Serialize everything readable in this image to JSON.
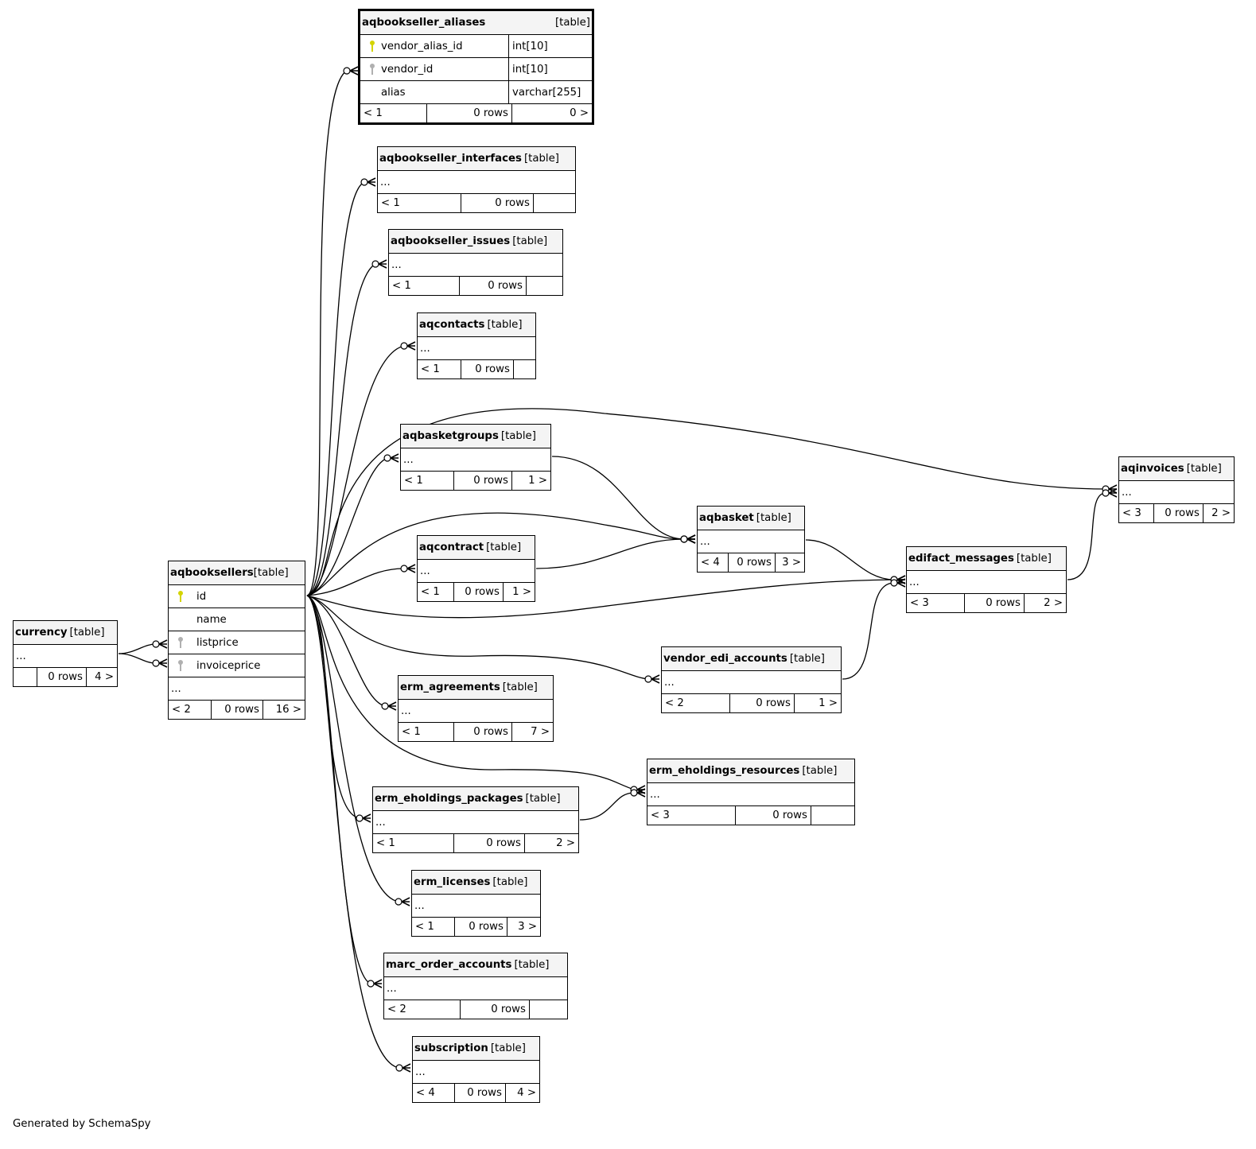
{
  "diagram": {
    "footer": "Generated by SchemaSpy",
    "colors": {
      "primary_key": "#d4d400",
      "foreign_key": "#b0b0b0",
      "header_bg": "#f4f4f4",
      "line": "#000000"
    },
    "tables": {
      "aqbookseller_aliases": {
        "name": "aqbookseller_aliases",
        "kind": "[table]",
        "columns": [
          {
            "name": "vendor_alias_id",
            "type": "int[10]",
            "key": "primary-key-icon"
          },
          {
            "name": "vendor_id",
            "type": "int[10]",
            "key": "foreign-key-icon"
          },
          {
            "name": "alias",
            "type": "varchar[255]",
            "key": ""
          }
        ],
        "footer": {
          "parents": "< 1",
          "rows": "0 rows",
          "children": "0 >"
        }
      },
      "aqbookseller_interfaces": {
        "name": "aqbookseller_interfaces",
        "kind": "[table]",
        "ellipsis": "...",
        "footer": {
          "parents": "< 1",
          "rows": "0 rows",
          "children": ""
        }
      },
      "aqbookseller_issues": {
        "name": "aqbookseller_issues",
        "kind": "[table]",
        "ellipsis": "...",
        "footer": {
          "parents": "< 1",
          "rows": "0 rows",
          "children": ""
        }
      },
      "aqcontacts": {
        "name": "aqcontacts",
        "kind": "[table]",
        "ellipsis": "...",
        "footer": {
          "parents": "< 1",
          "rows": "0 rows",
          "children": ""
        }
      },
      "aqbasketgroups": {
        "name": "aqbasketgroups",
        "kind": "[table]",
        "ellipsis": "...",
        "footer": {
          "parents": "< 1",
          "rows": "0 rows",
          "children": "1 >"
        }
      },
      "aqcontract": {
        "name": "aqcontract",
        "kind": "[table]",
        "ellipsis": "...",
        "footer": {
          "parents": "< 1",
          "rows": "0 rows",
          "children": "1 >"
        }
      },
      "erm_agreements": {
        "name": "erm_agreements",
        "kind": "[table]",
        "ellipsis": "...",
        "footer": {
          "parents": "< 1",
          "rows": "0 rows",
          "children": "7 >"
        }
      },
      "erm_eholdings_packages": {
        "name": "erm_eholdings_packages",
        "kind": "[table]",
        "ellipsis": "...",
        "footer": {
          "parents": "< 1",
          "rows": "0 rows",
          "children": "2 >"
        }
      },
      "erm_licenses": {
        "name": "erm_licenses",
        "kind": "[table]",
        "ellipsis": "...",
        "footer": {
          "parents": "< 1",
          "rows": "0 rows",
          "children": "3 >"
        }
      },
      "marc_order_accounts": {
        "name": "marc_order_accounts",
        "kind": "[table]",
        "ellipsis": "...",
        "footer": {
          "parents": "< 2",
          "rows": "0 rows",
          "children": ""
        }
      },
      "subscription": {
        "name": "subscription",
        "kind": "[table]",
        "ellipsis": "...",
        "footer": {
          "parents": "< 4",
          "rows": "0 rows",
          "children": "4 >"
        }
      },
      "currency": {
        "name": "currency",
        "kind": "[table]",
        "ellipsis": "...",
        "footer": {
          "parents": "",
          "rows": "0 rows",
          "children": "4 >"
        }
      },
      "aqbooksellers": {
        "name": "aqbooksellers",
        "kind": "[table]",
        "columns": [
          {
            "name": "id",
            "key": "primary-key-icon"
          },
          {
            "name": "name",
            "key": ""
          },
          {
            "name": "listprice",
            "key": "foreign-key-icon"
          },
          {
            "name": "invoiceprice",
            "key": "foreign-key-icon"
          }
        ],
        "ellipsis": "...",
        "footer": {
          "parents": "< 2",
          "rows": "0 rows",
          "children": "16 >"
        }
      },
      "aqbasket": {
        "name": "aqbasket",
        "kind": "[table]",
        "ellipsis": "...",
        "footer": {
          "parents": "< 4",
          "rows": "0 rows",
          "children": "3 >"
        }
      },
      "edifact_messages": {
        "name": "edifact_messages",
        "kind": "[table]",
        "ellipsis": "...",
        "footer": {
          "parents": "< 3",
          "rows": "0 rows",
          "children": "2 >"
        }
      },
      "aqinvoices": {
        "name": "aqinvoices",
        "kind": "[table]",
        "ellipsis": "...",
        "footer": {
          "parents": "< 3",
          "rows": "0 rows",
          "children": "2 >"
        }
      },
      "vendor_edi_accounts": {
        "name": "vendor_edi_accounts",
        "kind": "[table]",
        "ellipsis": "...",
        "footer": {
          "parents": "< 2",
          "rows": "0 rows",
          "children": "1 >"
        }
      },
      "erm_eholdings_resources": {
        "name": "erm_eholdings_resources",
        "kind": "[table]",
        "ellipsis": "...",
        "footer": {
          "parents": "< 3",
          "rows": "0 rows",
          "children": ""
        }
      }
    },
    "relationships": [
      {
        "from": "aqbooksellers",
        "to": "aqbookseller_aliases"
      },
      {
        "from": "aqbooksellers",
        "to": "aqbookseller_interfaces"
      },
      {
        "from": "aqbooksellers",
        "to": "aqbookseller_issues"
      },
      {
        "from": "aqbooksellers",
        "to": "aqcontacts"
      },
      {
        "from": "aqbooksellers",
        "to": "aqbasketgroups"
      },
      {
        "from": "aqbooksellers",
        "to": "aqcontract"
      },
      {
        "from": "aqbooksellers",
        "to": "erm_agreements"
      },
      {
        "from": "aqbooksellers",
        "to": "erm_eholdings_packages"
      },
      {
        "from": "aqbooksellers",
        "to": "erm_licenses"
      },
      {
        "from": "aqbooksellers",
        "to": "marc_order_accounts"
      },
      {
        "from": "aqbooksellers",
        "to": "subscription"
      },
      {
        "from": "aqbooksellers",
        "to": "aqinvoices"
      },
      {
        "from": "aqbooksellers",
        "to": "aqbasket"
      },
      {
        "from": "aqbooksellers",
        "to": "edifact_messages"
      },
      {
        "from": "aqbooksellers",
        "to": "vendor_edi_accounts"
      },
      {
        "from": "aqbooksellers",
        "to": "erm_eholdings_resources"
      },
      {
        "from": "currency",
        "to": "aqbooksellers",
        "column": "listprice"
      },
      {
        "from": "currency",
        "to": "aqbooksellers",
        "column": "invoiceprice"
      },
      {
        "from": "aqbasketgroups",
        "to": "aqbasket"
      },
      {
        "from": "aqcontract",
        "to": "aqbasket"
      },
      {
        "from": "aqbasket",
        "to": "edifact_messages"
      },
      {
        "from": "vendor_edi_accounts",
        "to": "edifact_messages"
      },
      {
        "from": "edifact_messages",
        "to": "aqinvoices"
      },
      {
        "from": "erm_eholdings_packages",
        "to": "erm_eholdings_resources"
      }
    ]
  }
}
